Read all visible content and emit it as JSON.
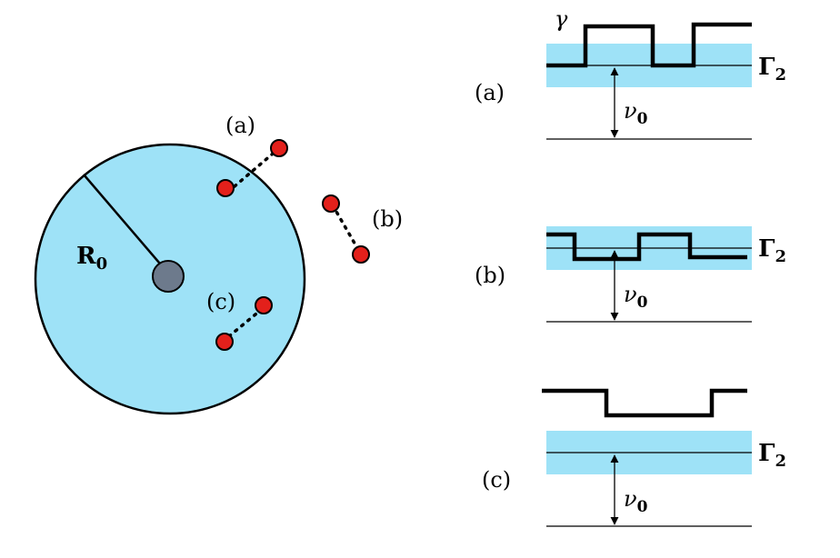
{
  "colors": {
    "disk": "#9ee2f7",
    "band": "#9ee2f7",
    "core": "#6d7a8c",
    "particle": "#e3201b",
    "stroke": "#000000"
  },
  "left": {
    "radius_label": "R",
    "radius_sub": "0",
    "label_a": "(a)",
    "label_b": "(b)",
    "label_c": "(c)"
  },
  "panels": [
    {
      "label": "(a)",
      "gamma": "γ",
      "band_label": "Γ",
      "band_sub": "2",
      "nu_label": "ν",
      "nu_sub": "0"
    },
    {
      "label": "(b)",
      "band_label": "Γ",
      "band_sub": "2",
      "nu_label": "ν",
      "nu_sub": "0"
    },
    {
      "label": "(c)",
      "band_label": "Γ",
      "band_sub": "2",
      "nu_label": "ν",
      "nu_sub": "0"
    }
  ]
}
